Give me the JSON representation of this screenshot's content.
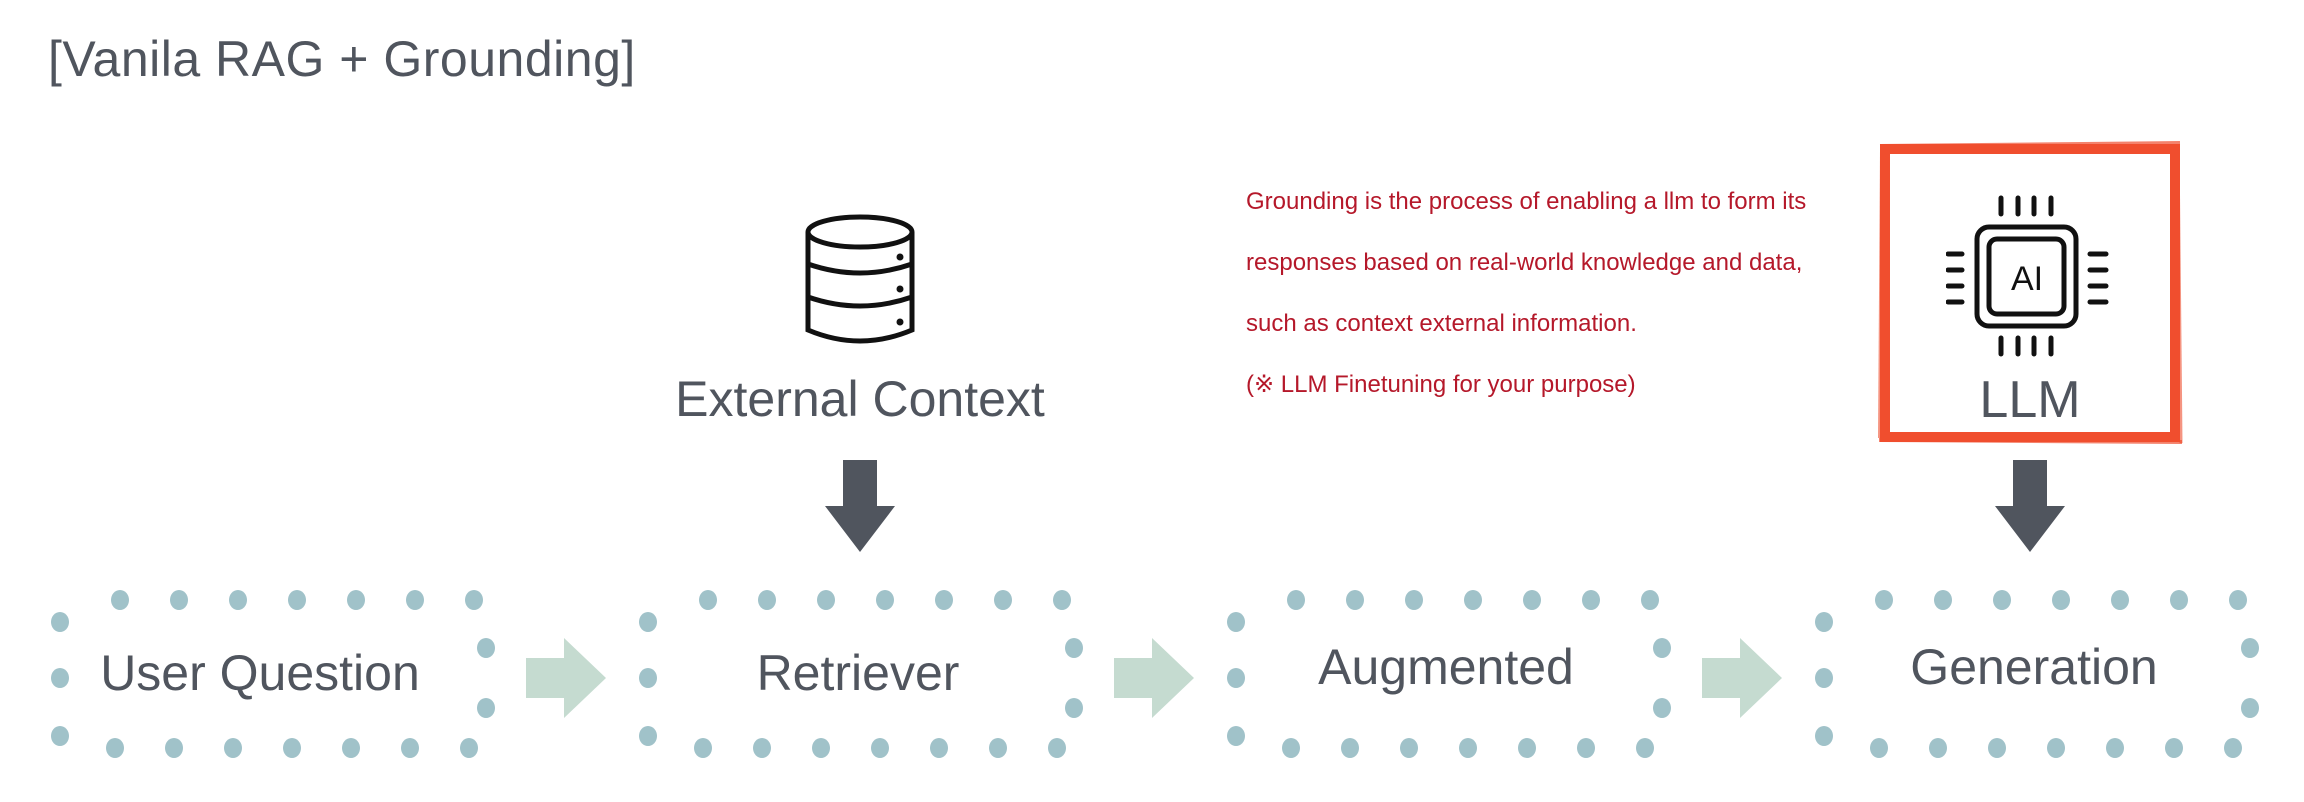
{
  "title": "[Vanila RAG + Grounding]",
  "external_context": {
    "label": "External Context",
    "icon": "database-icon"
  },
  "grounding_note": {
    "lines": [
      "Grounding is the process of enabling a llm to form its",
      "responses based on real-world knowledge and data,",
      "such as context external information.",
      "(※ LLM Finetuning for your purpose)"
    ],
    "color": "#b5182a"
  },
  "llm": {
    "label": "LLM",
    "chip_text": "AI",
    "icon": "ai-chip-icon",
    "frame_color": "#f04e2e"
  },
  "pipeline": {
    "stages": [
      {
        "label": "User Question"
      },
      {
        "label": "Retriever"
      },
      {
        "label": "Augmented"
      },
      {
        "label": "Generation"
      }
    ],
    "dot_color": "#a0c2c9",
    "flow_arrow_color": "#c5dbd0",
    "down_arrow_color": "#50555e"
  }
}
